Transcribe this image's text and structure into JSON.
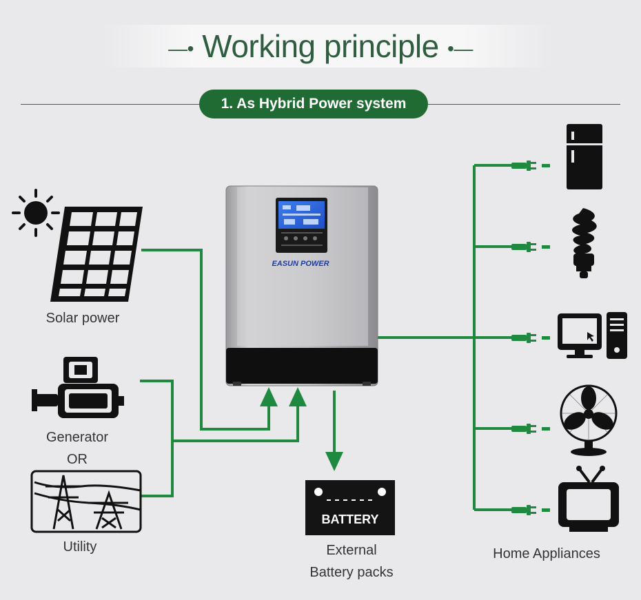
{
  "title": "Working principle",
  "section": "1. As Hybrid Power system",
  "brand": {
    "logo_text": "EASUN POWER"
  },
  "sources": {
    "solar": "Solar power",
    "generator": "Generator",
    "or": "OR",
    "utility": "Utility"
  },
  "battery": {
    "badge": "BATTERY",
    "label_line1": "External",
    "label_line2": "Battery packs"
  },
  "appliances": {
    "label": "Home Appliances",
    "items": [
      "refrigerator",
      "light bulb",
      "computer",
      "fan",
      "television"
    ]
  },
  "colors": {
    "wire": "#1f8a3f",
    "pill": "#1f6b33",
    "title": "#2f5d3f",
    "icon": "#111111",
    "screen": "#2b64d6"
  }
}
